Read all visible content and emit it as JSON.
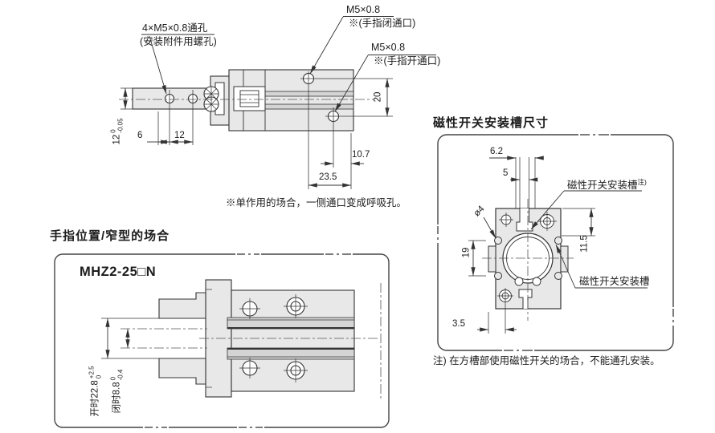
{
  "colors": {
    "line": "#333333",
    "body_fill": "#e8e8e8",
    "rail_fill": "#d4d4d4",
    "background": "#ffffff"
  },
  "top_view": {
    "callout_mount_line1": "4×M5×0.8通孔",
    "callout_mount_line2": "(安装附件用螺孔)",
    "callout_close_line1": "M5×0.8",
    "callout_close_line2": "※(手指闭通口)",
    "callout_open_line1": "M5×0.8",
    "callout_open_line2": "※(手指开通口)",
    "dim_6": "6",
    "dim_12": "12",
    "dim_20": "20",
    "dim_10_7": "10.7",
    "dim_23_5": "23.5",
    "dim_width_main": "12",
    "dim_width_tol_upper": "0",
    "dim_width_tol_lower": "-0.05",
    "note": "※单作用的场合，一侧通口变成呼吸孔。"
  },
  "narrow_view": {
    "heading": "手指位置/窄型的场合",
    "model": "MHZ2-25□N",
    "dim_open_main": "开时22.8",
    "dim_open_tol_upper": "+2.5",
    "dim_open_tol_lower": "0",
    "dim_closed_main": "闭时8.8",
    "dim_closed_tol_upper": "0",
    "dim_closed_tol_lower": "-0.4"
  },
  "switch_groove_view": {
    "heading": "磁性开关安装槽尺寸",
    "dim_6_2": "6.2",
    "dim_5": "5",
    "dim_11_5": "11.5",
    "dim_19": "19",
    "dim_3_5": "3.5",
    "callout_diameter": "ø4",
    "label_square_groove": "磁性开关安装槽",
    "label_square_groove_note_ref": "注)",
    "label_round_groove": "磁性开关安装槽",
    "note": "注) 在方槽部使用磁性开关的场合，不能通孔安装。"
  }
}
